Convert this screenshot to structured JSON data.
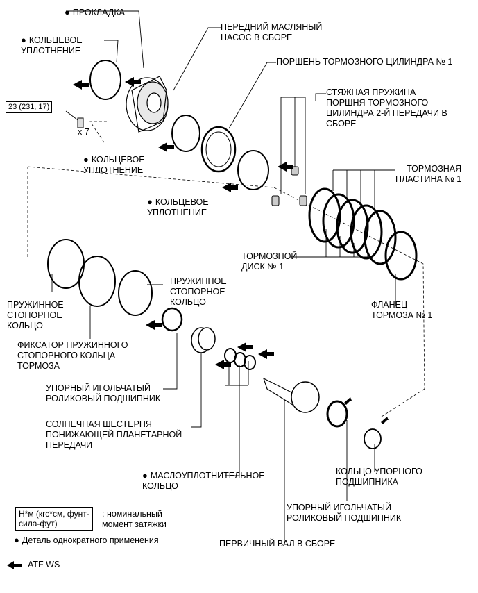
{
  "labels": {
    "gasket": "ПРОКЛАДКА",
    "o_ring_1": "КОЛЬЦЕВОЕ\nУПЛОТНЕНИЕ",
    "front_pump": "ПЕРЕДНИЙ МАСЛЯНЫЙ\nНАСОС В СБОРЕ",
    "brake_piston_1": "ПОРШЕНЬ ТОРМОЗНОГО ЦИЛИНДРА № 1",
    "return_spring": "СТЯЖНАЯ ПРУЖИНА\nПОРШНЯ ТОРМОЗНОГО\nЦИЛИНДРА 2-Й ПЕРЕДАЧИ В\nСБОРЕ",
    "o_ring_2": "КОЛЬЦЕВОЕ\nУПЛОТНЕНИЕ",
    "brake_plate_1": "ТОРМОЗНАЯ\nПЛАСТИНА № 1",
    "o_ring_3": "КОЛЬЦЕВОЕ\nУПЛОТНЕНИЕ",
    "brake_disc_1": "ТОРМОЗНОЙ\nДИСК № 1",
    "snap_ring_right": "ПРУЖИННОЕ\nСТОПОРНОЕ\nКОЛЬЦО",
    "snap_ring_left": "ПРУЖИННОЕ\nСТОПОРНОЕ\nКОЛЬЦО",
    "brake_flange_1": "ФЛАНЕЦ\nТОРМОЗА № 1",
    "snap_ring_retainer": "ФИКСАТОР ПРУЖИННОГО\nСТОПОРНОГО КОЛЬЦА\nТОРМОЗА",
    "thrust_bearing_1": "УПОРНЫЙ ИГОЛЬЧАТЫЙ\nРОЛИКОВЫЙ ПОДШИПНИК",
    "sun_gear": "СОЛНЕЧНАЯ ШЕСТЕРНЯ\nПОНИЖАЮЩЕЙ ПЛАНЕТАРНОЙ\nПЕРЕДАЧИ",
    "oil_seal_ring": "МАСЛОУПЛОТНИТЕЛЬНОЕ\nКОЛЬЦО",
    "thrust_race": "КОЛЬЦО УПОРНОГО\nПОДШИПНИКА",
    "thrust_bearing_2": "УПОРНЫЙ ИГОЛЬЧАТЫЙ\nРОЛИКОВЫЙ ПОДШИПНИК",
    "input_shaft": "ПЕРВИЧНЫЙ ВАЛ В СБОРЕ"
  },
  "torque": {
    "value": "23 (231, 17)",
    "count": "x 7"
  },
  "legend": {
    "torque_box": "Н*м (кгс*см, фунт-\nсила-фут)",
    "torque_desc": ": номинальный\nмомент затяжки",
    "non_reusable": "Деталь однократного применения",
    "atf": "ATF WS"
  }
}
